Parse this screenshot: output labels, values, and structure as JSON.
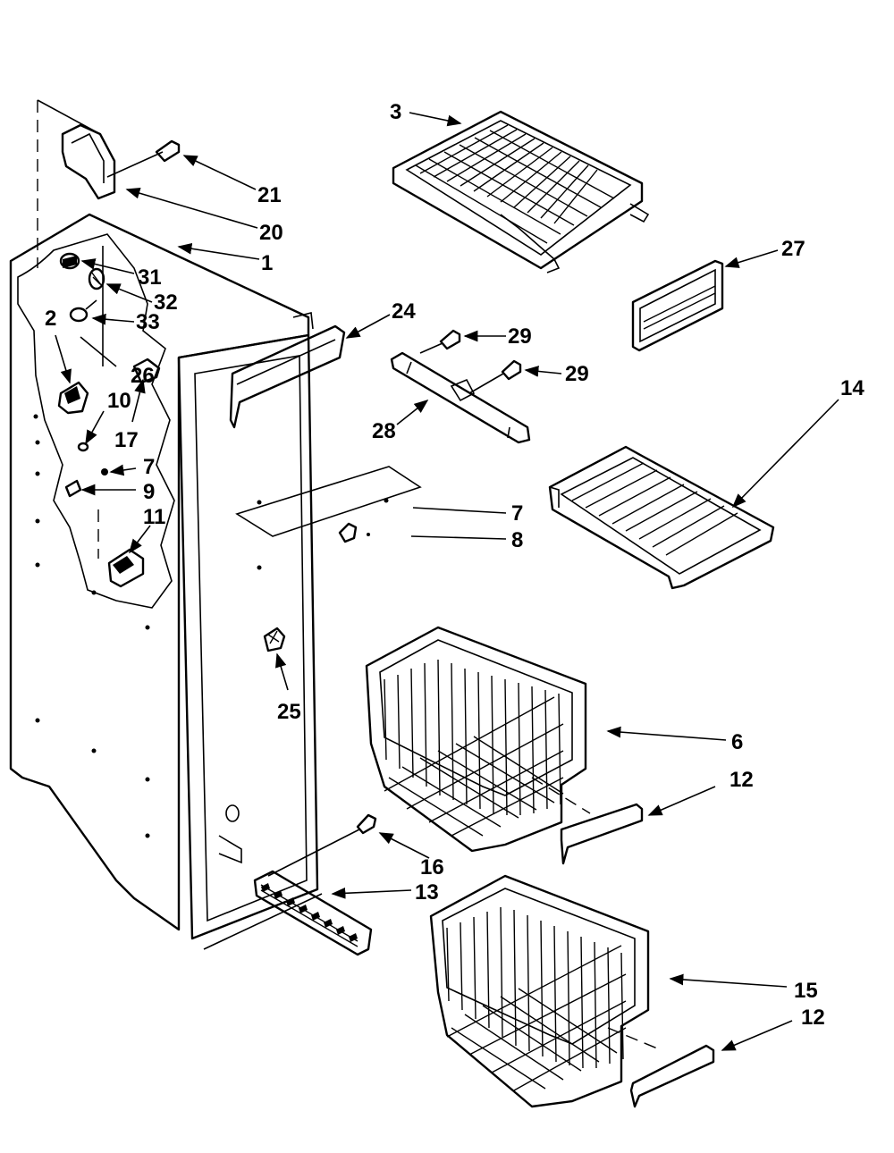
{
  "callouts": [
    {
      "id": "c3",
      "text": "3"
    },
    {
      "id": "c21",
      "text": "21"
    },
    {
      "id": "c20",
      "text": "20"
    },
    {
      "id": "c1",
      "text": "1"
    },
    {
      "id": "c27",
      "text": "27"
    },
    {
      "id": "c31",
      "text": "31"
    },
    {
      "id": "c32",
      "text": "32"
    },
    {
      "id": "c33",
      "text": "33"
    },
    {
      "id": "c24",
      "text": "24"
    },
    {
      "id": "c2",
      "text": "2"
    },
    {
      "id": "c29a",
      "text": "29"
    },
    {
      "id": "c29b",
      "text": "29"
    },
    {
      "id": "c26",
      "text": "26"
    },
    {
      "id": "c14",
      "text": "14"
    },
    {
      "id": "c10",
      "text": "10"
    },
    {
      "id": "c17",
      "text": "17"
    },
    {
      "id": "c28",
      "text": "28"
    },
    {
      "id": "c7a",
      "text": "7"
    },
    {
      "id": "c9",
      "text": "9"
    },
    {
      "id": "c7b",
      "text": "7"
    },
    {
      "id": "c11",
      "text": "11"
    },
    {
      "id": "c8",
      "text": "8"
    },
    {
      "id": "c25",
      "text": "25"
    },
    {
      "id": "c6",
      "text": "6"
    },
    {
      "id": "c12a",
      "text": "12"
    },
    {
      "id": "c16",
      "text": "16"
    },
    {
      "id": "c13",
      "text": "13"
    },
    {
      "id": "c15",
      "text": "15"
    },
    {
      "id": "c12b",
      "text": "12"
    }
  ],
  "colors": {
    "ink": "#000000",
    "paper": "#ffffff"
  }
}
